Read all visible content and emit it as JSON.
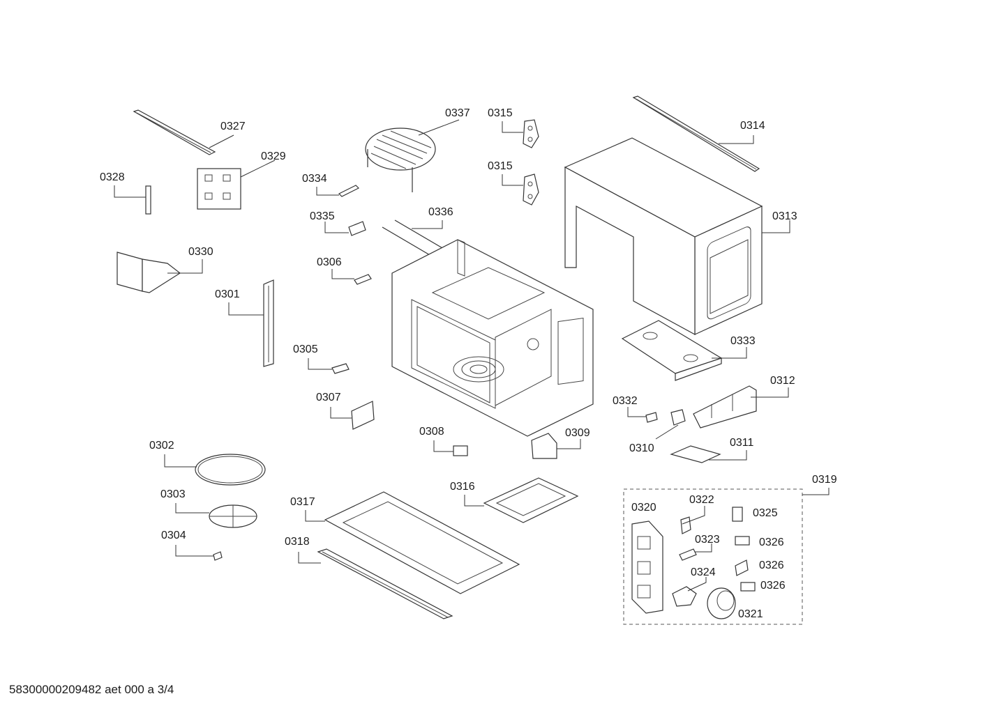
{
  "parts": [
    {
      "id": "p0327",
      "label": "0327"
    },
    {
      "id": "p0329",
      "label": "0329"
    },
    {
      "id": "p0328",
      "label": "0328"
    },
    {
      "id": "p0330",
      "label": "0330"
    },
    {
      "id": "p0301",
      "label": "0301"
    },
    {
      "id": "p0337",
      "label": "0337"
    },
    {
      "id": "p0315a",
      "label": "0315"
    },
    {
      "id": "p0315b",
      "label": "0315"
    },
    {
      "id": "p0314",
      "label": "0314"
    },
    {
      "id": "p0313",
      "label": "0313"
    },
    {
      "id": "p0334",
      "label": "0334"
    },
    {
      "id": "p0335",
      "label": "0335"
    },
    {
      "id": "p0336",
      "label": "0336"
    },
    {
      "id": "p0306",
      "label": "0306"
    },
    {
      "id": "p0305",
      "label": "0305"
    },
    {
      "id": "p0307",
      "label": "0307"
    },
    {
      "id": "p0333",
      "label": "0333"
    },
    {
      "id": "p0312",
      "label": "0312"
    },
    {
      "id": "p0332",
      "label": "0332"
    },
    {
      "id": "p0310",
      "label": "0310"
    },
    {
      "id": "p0311",
      "label": "0311"
    },
    {
      "id": "p0308",
      "label": "0308"
    },
    {
      "id": "p0309",
      "label": "0309"
    },
    {
      "id": "p0302",
      "label": "0302"
    },
    {
      "id": "p0303",
      "label": "0303"
    },
    {
      "id": "p0304",
      "label": "0304"
    },
    {
      "id": "p0317",
      "label": "0317"
    },
    {
      "id": "p0318",
      "label": "0318"
    },
    {
      "id": "p0316",
      "label": "0316"
    },
    {
      "id": "p0319",
      "label": "0319"
    },
    {
      "id": "p0320",
      "label": "0320"
    },
    {
      "id": "p0322",
      "label": "0322"
    },
    {
      "id": "p0325",
      "label": "0325"
    },
    {
      "id": "p0323",
      "label": "0323"
    },
    {
      "id": "p0326a",
      "label": "0326"
    },
    {
      "id": "p0326b",
      "label": "0326"
    },
    {
      "id": "p0326c",
      "label": "0326"
    },
    {
      "id": "p0324",
      "label": "0324"
    },
    {
      "id": "p0321",
      "label": "0321"
    }
  ],
  "footer": {
    "document_code": "58300000209482 aet 000 a 3/4"
  }
}
